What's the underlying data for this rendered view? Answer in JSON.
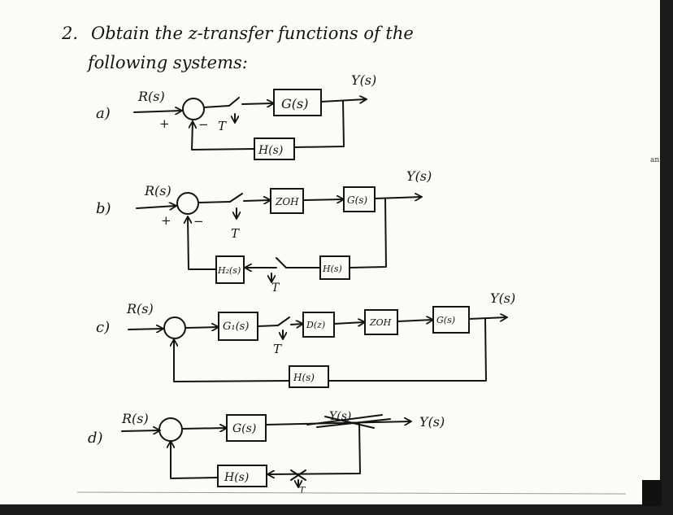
{
  "question": {
    "number": "2.",
    "line1": "Obtain the z-transfer functions of the",
    "line2": "following systems:"
  },
  "parts": {
    "a": {
      "label": "a)",
      "input": "R(s)",
      "output": "Y(s)",
      "forward": "G(s)",
      "feedback": "H(s)",
      "sign_plus": "+",
      "sign_minus": "−",
      "sampler": "T"
    },
    "b": {
      "label": "b)",
      "input": "R(s)",
      "output": "Y(s)",
      "zoh": "ZOH",
      "forward": "G(s)",
      "feedback": "H(s)",
      "feedback2": "H₂(s)",
      "sign_plus": "+",
      "sign_minus": "−",
      "sampler1": "T",
      "sampler2": "T"
    },
    "c": {
      "label": "c)",
      "input": "R(s)",
      "output": "Y(s)",
      "g1": "G₁(s)",
      "d": "D(z)",
      "zoh": "ZOH",
      "g2": "G(s)",
      "feedback": "H(s)",
      "sampler": "T"
    },
    "d": {
      "label": "d)",
      "input": "R(s)",
      "output": "Y(s)",
      "forward": "G(s)",
      "struck": "Y(s)",
      "feedback": "H(s)",
      "sampler": "T"
    }
  },
  "edge_mark": "an"
}
